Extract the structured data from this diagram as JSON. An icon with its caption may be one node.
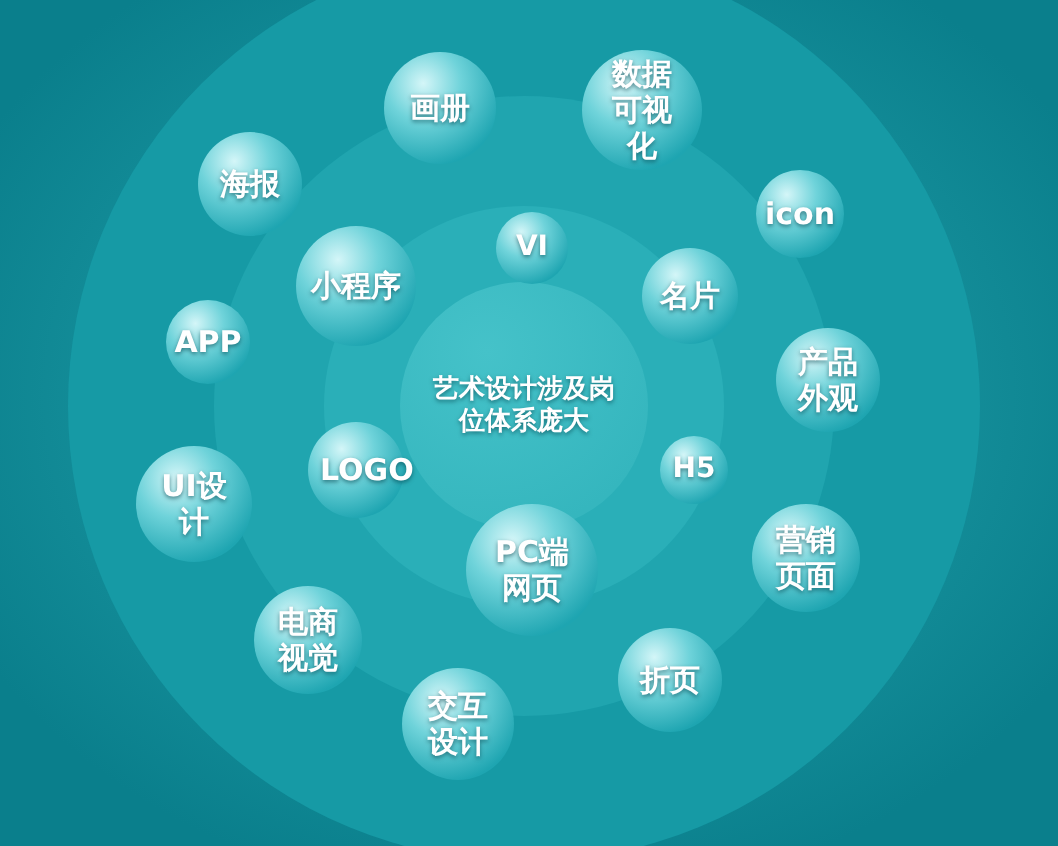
{
  "diagram": {
    "nodes": [
      {
        "text": [
          "艺术设计涉及岗位体系庞大"
        ]
      },
      {
        "text": [
          "画册"
        ]
      },
      {
        "text": [
          "数据可视化"
        ]
      },
      {
        "text": [
          "海报"
        ]
      },
      {
        "text": [
          "icon"
        ]
      },
      {
        "text": [
          "VI"
        ]
      },
      {
        "text": [
          "小程序"
        ]
      },
      {
        "text": [
          "名片"
        ]
      },
      {
        "text": [
          "APP"
        ]
      },
      {
        "text": [
          "产品外观"
        ]
      },
      {
        "text": [
          "LOGO"
        ]
      },
      {
        "text": [
          "H5"
        ]
      },
      {
        "text": [
          "UI设计"
        ]
      },
      {
        "text": [
          "营销页面"
        ]
      },
      {
        "text": [
          "PC端网页"
        ]
      },
      {
        "text": [
          "电商视觉"
        ]
      },
      {
        "text": [
          "折页"
        ]
      },
      {
        "text": [
          "交互设计"
        ]
      }
    ]
  }
}
